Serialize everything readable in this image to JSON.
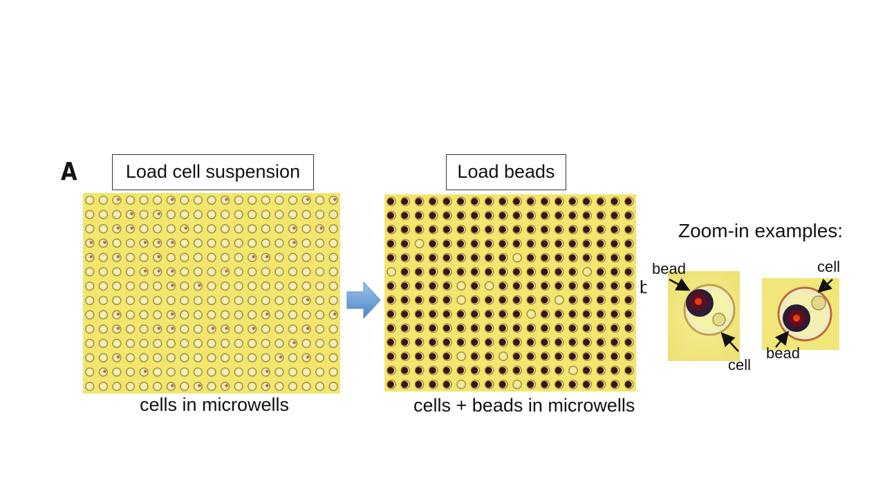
{
  "panel_label": "A",
  "step1": {
    "box_label": "Load cell suspension",
    "caption": "cells in microwells"
  },
  "step2": {
    "box_label": "Load beads",
    "caption": "cells + beads in microwells"
  },
  "zoom": {
    "title": "Zoom-in examples:",
    "example1": {
      "bead_label": "bead",
      "cell_label": "cell"
    },
    "example2": {
      "bead_label": "bead",
      "cell_label": "cell"
    }
  },
  "stray_glyph": "b",
  "colors": {
    "microwell_background": "#f2e66c",
    "well_ring": "#a8904a",
    "bead": "#3a1418",
    "arrow": "#6a9fd4"
  }
}
